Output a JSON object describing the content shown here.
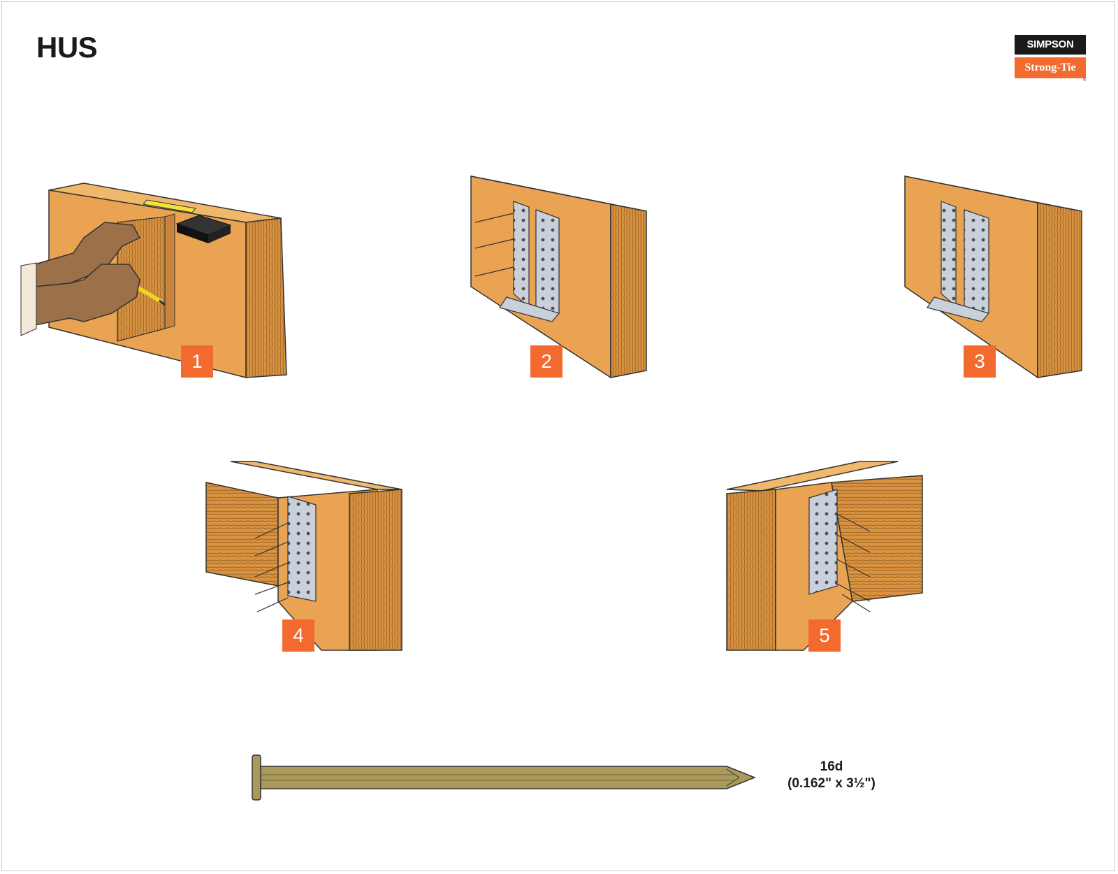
{
  "title": "HUS",
  "logo": {
    "top": "SIMPSON",
    "bottom": "Strong-Tie",
    "mark": "®"
  },
  "colors": {
    "wood": "#e9a352",
    "wood_dark": "#c9833a",
    "accent": "#f26a2e",
    "metal": "#c5ccd6",
    "nail": "#a99a5c"
  },
  "steps": [
    {
      "number": "1"
    },
    {
      "number": "2"
    },
    {
      "number": "3"
    },
    {
      "number": "4"
    },
    {
      "number": "5"
    }
  ],
  "nail": {
    "size": "16d",
    "dimensions": "(0.162\" x 3½\")"
  },
  "icons": [
    "gloved-hand-icon",
    "pencil-icon",
    "tape-measure-icon",
    "block-icon",
    "hanger-icon",
    "nail-icon"
  ]
}
